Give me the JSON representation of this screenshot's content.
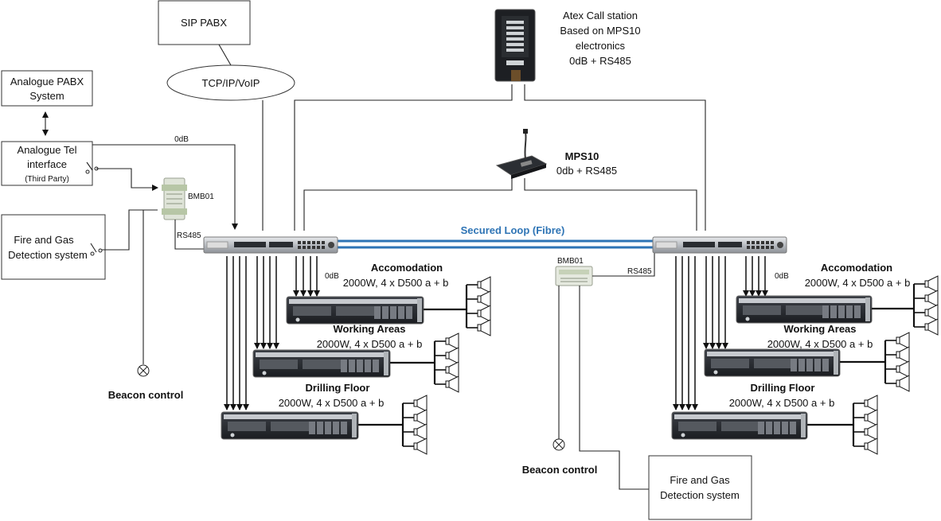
{
  "boxes": {
    "sip_pabx": "SIP PABX",
    "analogue_pabx_line1": "Analogue PABX",
    "analogue_pabx_line2": "System",
    "analogue_tel_line1": "Analogue Tel",
    "analogue_tel_line2": "interface",
    "analogue_tel_line3": "(Third Party)",
    "fire_gas_left_line1": "Fire and Gas",
    "fire_gas_left_line2": "Detection system",
    "fire_gas_right_line1": "Fire and Gas",
    "fire_gas_right_line2": "Detection system",
    "tcp_ip": "TCP/IP/VoIP"
  },
  "atex": {
    "line1": "Atex Call station",
    "line2": "Based on MPS10",
    "line3": "electronics",
    "line4": "0dB + RS485"
  },
  "mps10": {
    "title": "MPS10",
    "subtitle": "0db + RS485"
  },
  "loop_label": "Secured Loop (Fibre)",
  "labels": {
    "odb_top": "0dB",
    "bmb01_left": "BMB01",
    "bmb01_right": "BMB01",
    "rs485_left": "RS485",
    "rs485_right": "RS485",
    "odb_left": "0dB",
    "odb_right": "0dB",
    "beacon_left": "Beacon control",
    "beacon_right": "Beacon control"
  },
  "zones_left": [
    {
      "name": "Accomodation",
      "spec": "2000W, 4 x D500 a + b"
    },
    {
      "name": "Working Areas",
      "spec": "2000W, 4 x D500 a + b"
    },
    {
      "name": "Drilling Floor",
      "spec": "2000W, 4 x D500 a + b"
    }
  ],
  "zones_right": [
    {
      "name": "Accomodation",
      "spec": "2000W, 4 x D500 a + b"
    },
    {
      "name": "Working Areas",
      "spec": "2000W, 4 x D500 a + b"
    },
    {
      "name": "Drilling Floor",
      "spec": "2000W, 4 x D500 a + b"
    }
  ],
  "colors": {
    "loop": "#2e74b5",
    "amplifier_body": "#2b2f35",
    "rack_silver": "#c9ccd0"
  },
  "icons": {
    "amplifier": "amplifier-icon",
    "controller": "controller-rack-icon",
    "speaker": "speaker-icon",
    "microphone": "desk-microphone-icon",
    "call_station": "atex-call-station-icon",
    "beacon": "beacon-icon",
    "bmb": "bmb01-module-icon"
  }
}
